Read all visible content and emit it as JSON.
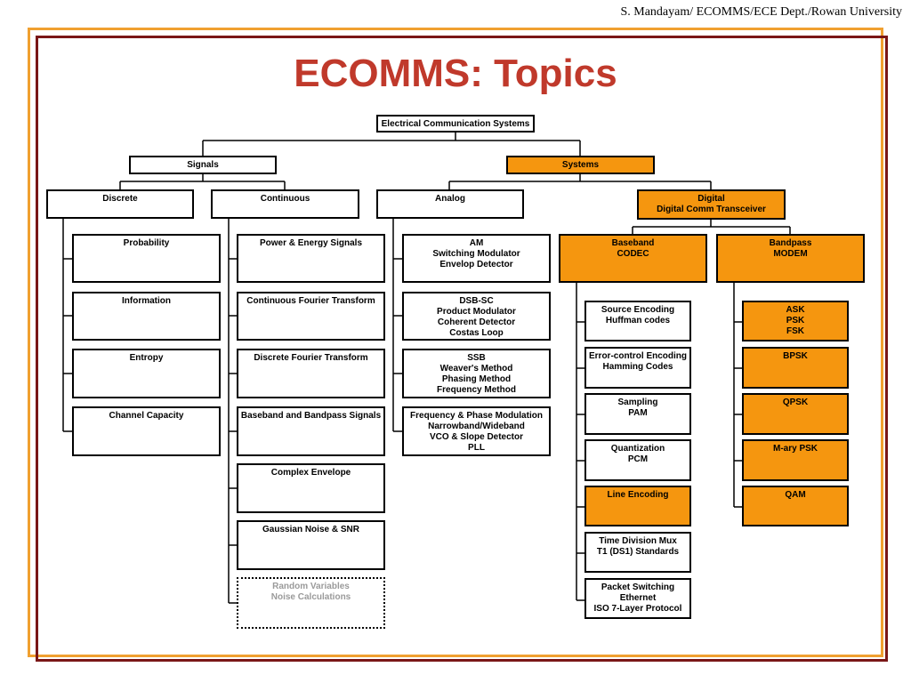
{
  "header": {
    "credit": "S. Mandayam/ ECOMMS/ECE Dept./Rowan University"
  },
  "slide": {
    "title": "ECOMMS: Topics"
  },
  "colors": {
    "accent_orange": "#f5960f",
    "title_red": "#c0392b",
    "frame_maroon": "#7a1616",
    "frame_orange": "#f0a030"
  },
  "tree": {
    "root": {
      "lines": [
        "Electrical Communication Systems"
      ]
    },
    "signals": {
      "lines": [
        "Signals"
      ]
    },
    "systems": {
      "lines": [
        "Systems"
      ]
    },
    "discrete": {
      "lines": [
        "Discrete"
      ]
    },
    "continuous": {
      "lines": [
        "Continuous"
      ]
    },
    "analog": {
      "lines": [
        "Analog"
      ]
    },
    "digital": {
      "lines": [
        "Digital",
        "Digital Comm Transceiver"
      ]
    },
    "baseband": {
      "lines": [
        "Baseband",
        "CODEC"
      ]
    },
    "bandpass": {
      "lines": [
        "Bandpass",
        "MODEM"
      ]
    },
    "discrete_items": [
      {
        "lines": [
          "Probability"
        ]
      },
      {
        "lines": [
          "Information"
        ]
      },
      {
        "lines": [
          "Entropy"
        ]
      },
      {
        "lines": [
          "Channel Capacity"
        ]
      }
    ],
    "continuous_items": [
      {
        "lines": [
          "Power & Energy Signals"
        ]
      },
      {
        "lines": [
          "Continuous Fourier Transform"
        ]
      },
      {
        "lines": [
          "Discrete Fourier Transform"
        ]
      },
      {
        "lines": [
          "Baseband and Bandpass Signals"
        ]
      },
      {
        "lines": [
          "Complex Envelope"
        ]
      },
      {
        "lines": [
          "Gaussian Noise & SNR"
        ]
      },
      {
        "lines": [
          "Random Variables",
          "Noise Calculations"
        ]
      }
    ],
    "analog_items": [
      {
        "lines": [
          "AM",
          "Switching Modulator",
          "Envelop Detector"
        ]
      },
      {
        "lines": [
          "DSB-SC",
          "Product Modulator",
          "Coherent Detector",
          "Costas Loop"
        ]
      },
      {
        "lines": [
          "SSB",
          "Weaver's Method",
          "Phasing Method",
          "Frequency Method"
        ]
      },
      {
        "lines": [
          "Frequency & Phase Modulation",
          "Narrowband/Wideband",
          "VCO & Slope Detector",
          "PLL"
        ]
      }
    ],
    "baseband_items": [
      {
        "lines": [
          "Source Encoding",
          "Huffman codes"
        ]
      },
      {
        "lines": [
          "Error-control Encoding",
          "Hamming Codes"
        ]
      },
      {
        "lines": [
          "Sampling",
          "PAM"
        ]
      },
      {
        "lines": [
          "Quantization",
          "PCM"
        ]
      },
      {
        "lines": [
          "Line Encoding"
        ]
      },
      {
        "lines": [
          "Time Division Mux",
          "T1 (DS1) Standards"
        ]
      },
      {
        "lines": [
          "Packet Switching",
          "Ethernet",
          "ISO 7-Layer Protocol"
        ]
      }
    ],
    "bandpass_items": [
      {
        "lines": [
          "ASK",
          "PSK",
          "FSK"
        ]
      },
      {
        "lines": [
          "BPSK"
        ]
      },
      {
        "lines": [
          "QPSK"
        ]
      },
      {
        "lines": [
          "M-ary PSK"
        ]
      },
      {
        "lines": [
          "QAM"
        ]
      }
    ]
  }
}
